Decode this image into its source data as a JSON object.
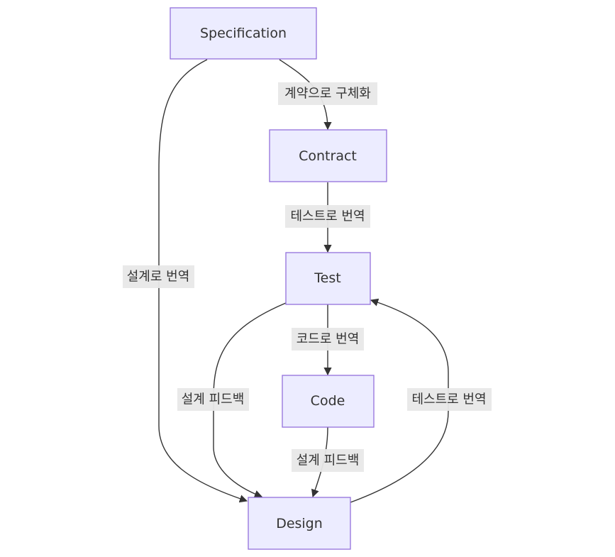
{
  "nodes": {
    "specification": "Specification",
    "contract": "Contract",
    "test": "Test",
    "code": "Code",
    "design": "Design"
  },
  "edges": {
    "spec_to_contract": "계약으로 구체화",
    "contract_to_test": "테스트로 번역",
    "test_to_code": "코드로 번역",
    "code_to_design": "설계 피드백",
    "spec_to_design": "설계로 번역",
    "test_to_design": "설계 피드백",
    "design_to_test": "테스트로 번역"
  },
  "colors": {
    "node_fill": "#ECECFF",
    "node_stroke": "#9370DB",
    "edge": "#333333",
    "label_bg": "#E8E8E8"
  }
}
